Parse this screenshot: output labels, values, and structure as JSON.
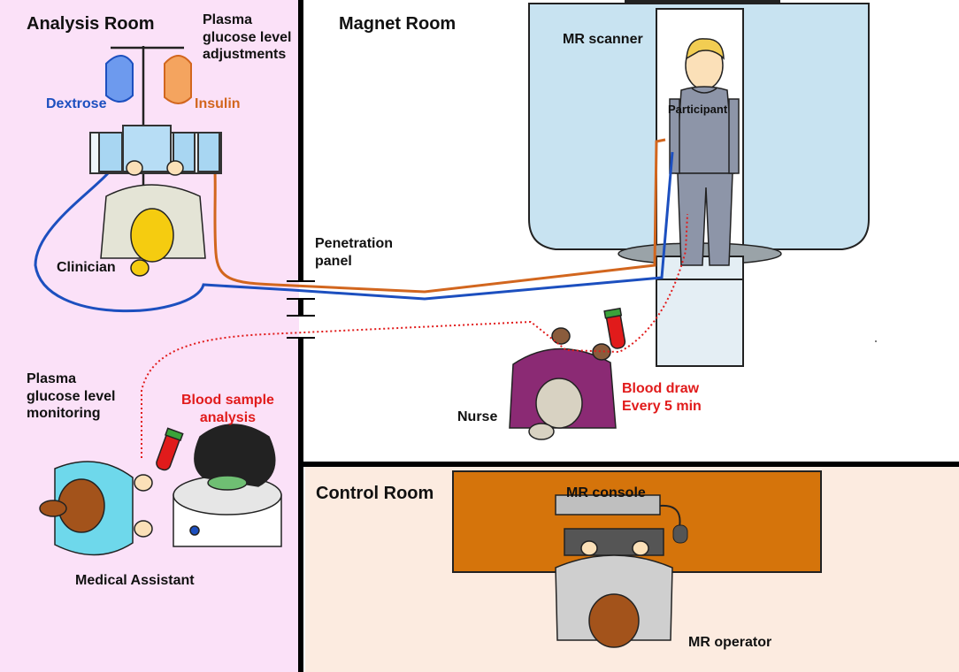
{
  "colors": {
    "analysis_room": "#fbe1f8",
    "control_room": "#fcebe0",
    "wall": "#000000",
    "dextrose": "#1c4fbf",
    "insulin": "#d2661e",
    "blood": "#e11b1b",
    "scanner_body": "#c8e3f1",
    "desk": "#d5740b"
  },
  "icons": [
    "iv-pole-icon",
    "dextrose-bag-icon",
    "insulin-bag-icon",
    "infusion-pump-icon",
    "blood-tube-icon",
    "centrifuge-icon",
    "mr-console-monitor-icon",
    "keyboard-icon",
    "mouse-icon"
  ],
  "rooms": {
    "analysis": "Analysis Room",
    "magnet": "Magnet Room",
    "control": "Control Room"
  },
  "labels": {
    "adjustments": [
      "Plasma",
      "glucose level",
      "adjustments"
    ],
    "dextrose": "Dextrose",
    "insulin": "Insulin",
    "clinician": "Clinician",
    "monitoring": [
      "Plasma",
      "glucose level",
      "monitoring"
    ],
    "analysis": [
      "Blood sample",
      "analysis"
    ],
    "medical_assistant": "Medical Assistant",
    "penetration_panel": [
      "Penetration",
      "panel"
    ],
    "mr_scanner": "MR scanner",
    "participant": "Participant",
    "nurse": "Nurse",
    "blood_draw": [
      "Blood draw",
      "Every 5 min"
    ],
    "mr_console": "MR console",
    "mr_operator": "MR operator"
  }
}
